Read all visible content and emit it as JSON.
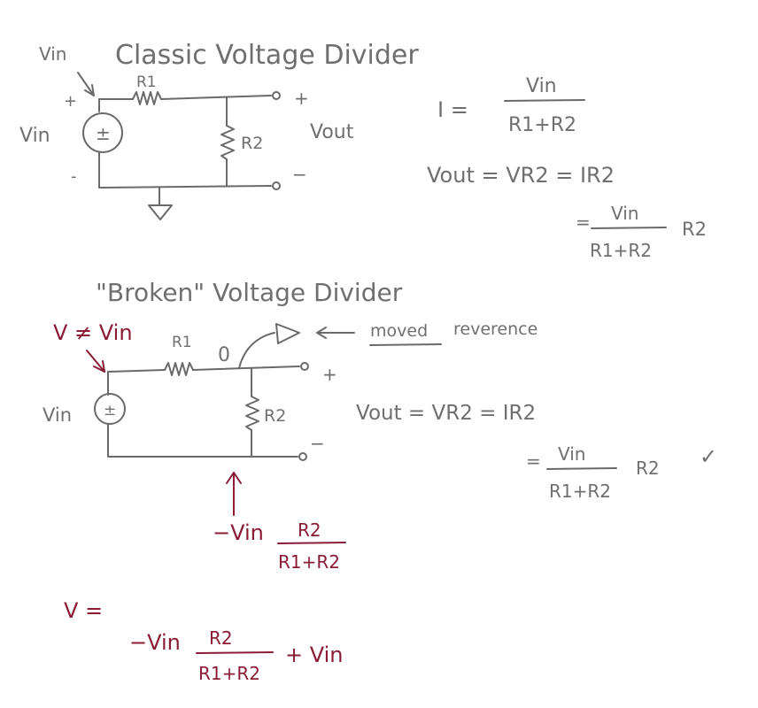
{
  "classic": {
    "title": "Classic Voltage Divider",
    "vin_top": "Vin",
    "vin_side": "Vin",
    "plus_src": "+",
    "minus_src": "-",
    "r1": "R1",
    "r2": "R2",
    "src_symbol": "±",
    "out_plus": "+",
    "out_minus": "−",
    "vout": "Vout",
    "eq_i_lhs": "I =",
    "eq_i_num": "Vin",
    "eq_i_den": "R1+R2",
    "eq_vout": "Vout = VR2 = IR2",
    "eq_eq": "=",
    "eq_vout_num": "Vin",
    "eq_vout_den": "R1+R2",
    "eq_vout_r2": "R2"
  },
  "broken": {
    "title": "\"Broken\" Voltage Divider",
    "v_neq": "V ≠ Vin",
    "vin_side": "Vin",
    "r1": "R1",
    "r2": "R2",
    "zero": "0",
    "src_symbol": "±",
    "out_plus": "+",
    "out_minus": "−",
    "moved_ref_word1": "moved",
    "moved_ref_word2": "reverence",
    "eq_vout": "Vout = VR2 = IR2",
    "eq_eq": "=",
    "eq_num": "Vin",
    "eq_den": "R1+R2",
    "eq_r2": "R2",
    "check": "✓",
    "neg_vin": "−Vin",
    "neg_num": "R2",
    "neg_den": "R1+R2",
    "v_eq": "V =",
    "final_vin": "−Vin",
    "final_num": "R2",
    "final_den": "R1+R2",
    "final_plus": "+ Vin"
  }
}
